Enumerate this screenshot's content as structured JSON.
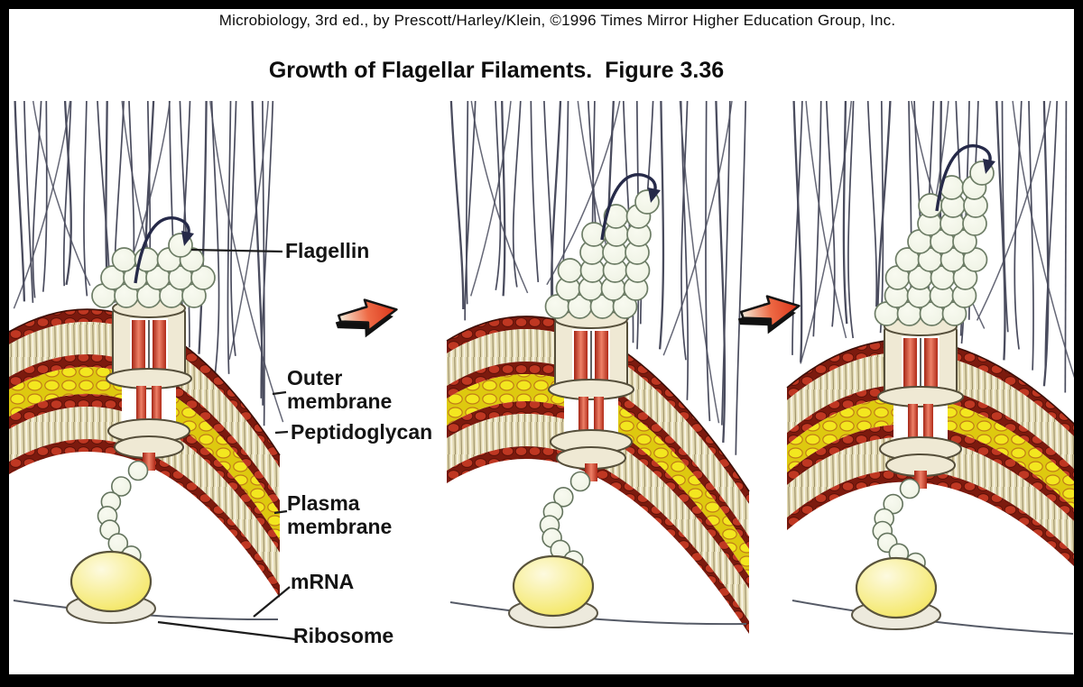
{
  "header": {
    "attribution": "Microbiology, 3rd ed., by Prescott/Harley/Klein, ©1996 Times Mirror Higher Education Group, Inc.",
    "title": "Growth of Flagellar Filaments.  Figure 3.36"
  },
  "labels": {
    "flagellin": "Flagellin",
    "outer_membrane": "Outer\nmembrane",
    "peptidoglycan": "Peptidoglycan",
    "plasma_membrane": "Plasma\nmembrane",
    "mrna": "mRNA",
    "ribosome": "Ribosome"
  },
  "figure": {
    "type": "diagram",
    "stages": [
      {
        "subunit_rows": [
          5,
          5,
          4
        ]
      },
      {
        "subunit_rows": [
          4,
          4,
          4,
          3,
          3,
          2
        ]
      },
      {
        "subunit_rows": [
          4,
          4,
          4,
          4,
          3,
          3,
          3,
          2
        ]
      }
    ]
  },
  "colors": {
    "lipid_head_red": "#bf3722",
    "lipid_tail_cream": "#e3dab4",
    "peptidoglycan_yellow": "#f3e71f",
    "flagellin_sphere": "#edf1e2",
    "ribosome_yellow": "#f2e34a",
    "filament_line": "#4a4c5e",
    "stage_arrow_red": "#d93318",
    "rod_red": "#cf4530",
    "basal_cream": "#efe9d4",
    "ink": "#111111"
  }
}
